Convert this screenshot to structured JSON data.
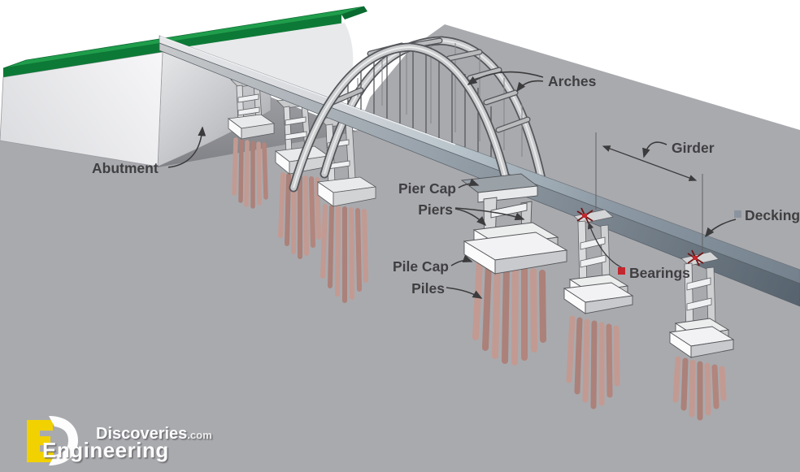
{
  "diagram": {
    "labels": {
      "abutment": "Abutment",
      "arches": "Arches",
      "girder": "Girder",
      "pier_cap": "Pier Cap",
      "piers": "Piers",
      "pile_cap": "Pile Cap",
      "piles": "Piles",
      "bearings": "Bearings",
      "decking": "Decking"
    },
    "colors": {
      "ground": "#a9aaae",
      "grass_top": "#1f9d4b",
      "grass_front": "#0c7a36",
      "deck_near": "#e3e4e6",
      "deck_far": "#75828e",
      "pile": "#c29a92",
      "bearing_marker": "#c1272d",
      "decking_marker": "#8b949e",
      "label_text": "#3f3f41"
    }
  },
  "logo": {
    "line1": "Discoveries",
    "line1_suffix": ".com",
    "line2": "Engineering"
  }
}
